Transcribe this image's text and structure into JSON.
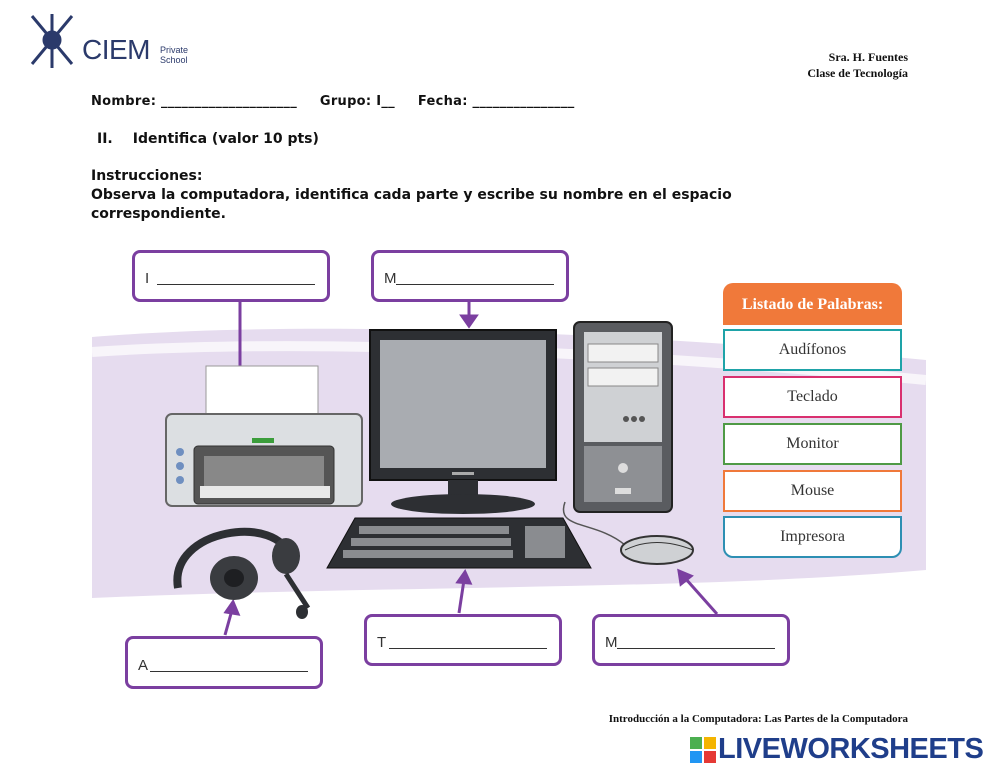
{
  "header": {
    "school_name": "CIEM",
    "school_sub_1": "Private",
    "school_sub_2": "School",
    "teacher": "Sra. H. Fuentes",
    "class_name": "Clase de Tecnología"
  },
  "fields": {
    "name_label": "Nombre: ____________________",
    "group_label": "Grupo: I__",
    "date_label": "Fecha: _______________"
  },
  "section": {
    "number": "II.",
    "title": "Identifica (valor 10 pts)"
  },
  "instructions": {
    "heading": "Instrucciones:",
    "text": "Observa la computadora, identifica cada parte y escribe su nombre en el espacio correspondiente."
  },
  "answers": [
    {
      "letter": "I",
      "value": ""
    },
    {
      "letter": "M",
      "value": ""
    },
    {
      "letter": "A",
      "value": ""
    },
    {
      "letter": "T",
      "value": ""
    },
    {
      "letter": "M",
      "value": ""
    }
  ],
  "word_list": {
    "title": "Listado de Palabras:",
    "words": [
      "Audífonos",
      "Teclado",
      "Monitor",
      "Mouse",
      "Impresora"
    ],
    "colors": [
      "#1ea3a8",
      "#d9306f",
      "#4f9a45",
      "#f0793a",
      "#2d8fb3"
    ]
  },
  "footer": {
    "caption": "Introducción a la Computadora: Las Partes de la Computadora",
    "brand": "LIVEWORKSHEETS"
  },
  "colors": {
    "accent_purple": "#7b3fa0",
    "band": "#e6dcef",
    "header_orange": "#f0793a",
    "brand_blue": "#1f3e8a"
  }
}
